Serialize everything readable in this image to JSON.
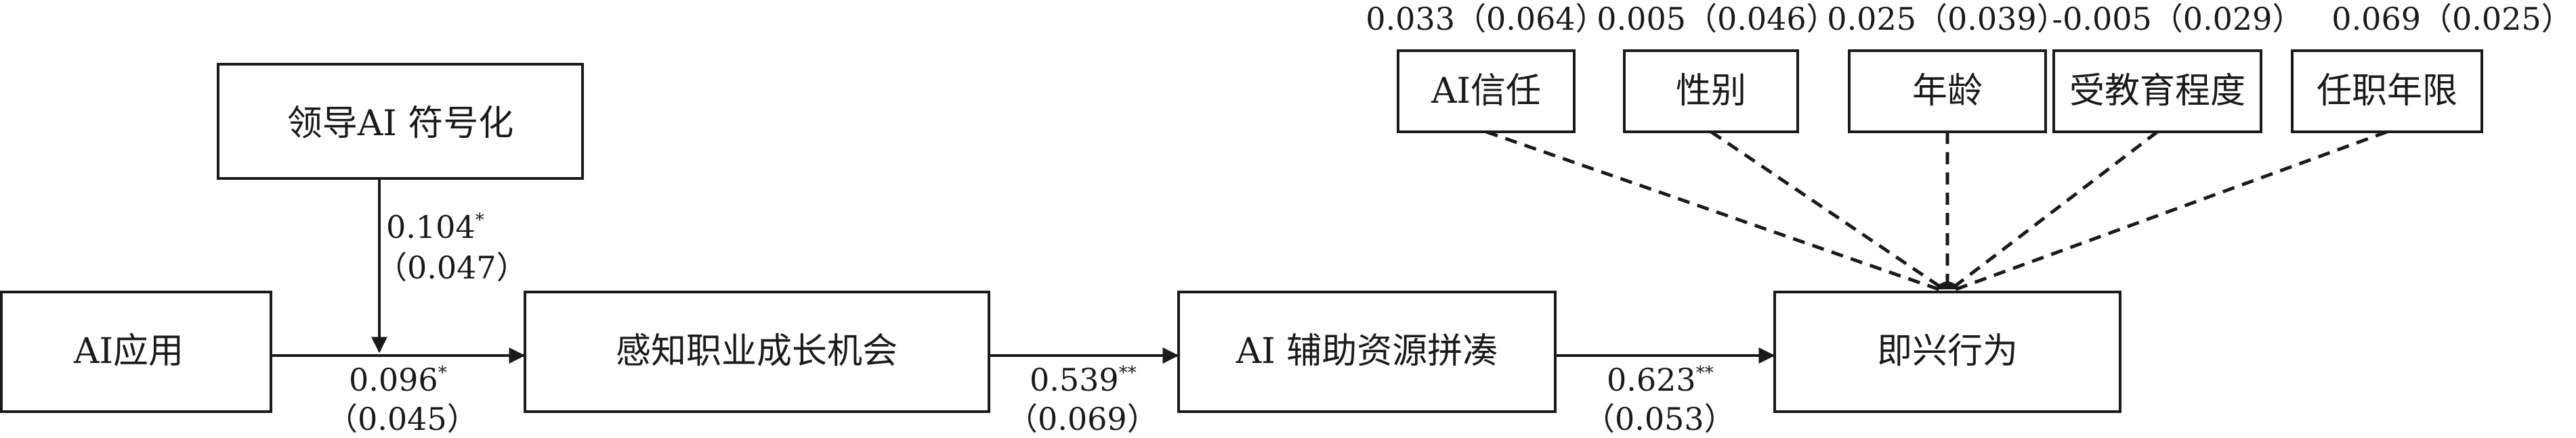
{
  "boxes": {
    "moderator": "领导AI 符号化",
    "ai_use": "AI应用",
    "perceived_growth": "感知职业成长机会",
    "ai_bricolage": "AI 辅助资源拼凑",
    "improvisation": "即兴行为",
    "ai_trust": "AI信任",
    "gender": "性别",
    "age": "年龄",
    "education": "受教育程度",
    "tenure": "任职年限"
  },
  "paths": {
    "moderation": {
      "coef": "0.104",
      "sig": "*",
      "se": "（0.047）"
    },
    "ai_use_to_growth": {
      "coef": "0.096",
      "sig": "*",
      "se": "（0.045）"
    },
    "growth_to_bricolage": {
      "coef": "0.539",
      "sig": "**",
      "se": "（0.069）"
    },
    "bricolage_to_improvisation": {
      "coef": "0.623",
      "sig": "**",
      "se": "（0.053）"
    }
  },
  "controls": {
    "ai_trust": "0.033（0.064）",
    "gender": "0.005（0.046）",
    "age": "0.025（0.039）",
    "education": "-0.005（0.029）",
    "tenure": "0.069（0.025）"
  },
  "colors": {
    "ink": "#1a1a1a",
    "background": "#ffffff"
  }
}
